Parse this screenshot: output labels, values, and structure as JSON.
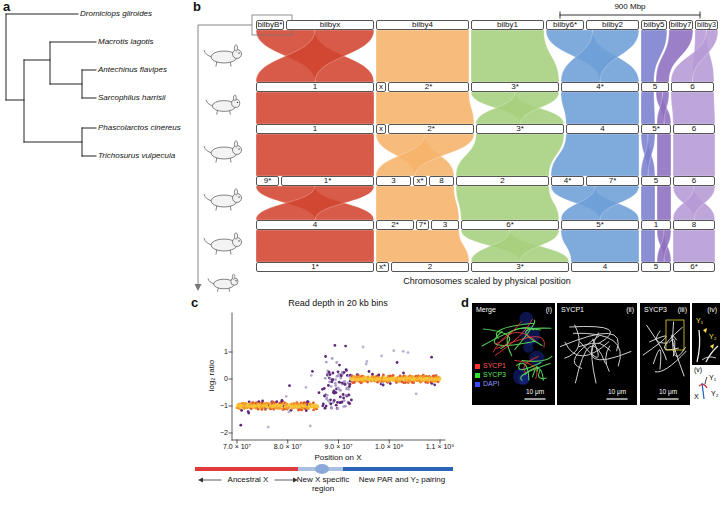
{
  "diagram": {
    "nodes": [
      {
        "text": [
          "bilbyB*"
        ]
      },
      {
        "text": [
          "bilbyx"
        ]
      },
      {
        "text": [
          "bilby4"
        ]
      },
      {
        "text": [
          "bilby1"
        ]
      },
      {
        "text": [
          "bilby6*"
        ]
      },
      {
        "text": [
          "bilby2"
        ]
      },
      {
        "text": [
          "bilby5"
        ]
      },
      {
        "text": [
          "bilby7"
        ]
      },
      {
        "text": [
          "bilby3"
        ]
      },
      {
        "text": [
          "1"
        ]
      },
      {
        "text": [
          "x"
        ]
      },
      {
        "text": [
          "2*"
        ]
      },
      {
        "text": [
          "3*"
        ]
      },
      {
        "text": [
          "4*"
        ]
      },
      {
        "text": [
          "5"
        ]
      },
      {
        "text": [
          "6"
        ]
      },
      {
        "text": [
          "1"
        ]
      },
      {
        "text": [
          "x"
        ]
      },
      {
        "text": [
          "2*"
        ]
      },
      {
        "text": [
          "3*"
        ]
      },
      {
        "text": [
          "4"
        ]
      },
      {
        "text": [
          "5*"
        ]
      },
      {
        "text": [
          "6"
        ]
      },
      {
        "text": [
          "9*"
        ]
      },
      {
        "text": [
          "1*"
        ]
      },
      {
        "text": [
          "3"
        ]
      },
      {
        "text": [
          "x*"
        ]
      },
      {
        "text": [
          "8"
        ]
      },
      {
        "text": [
          "2"
        ]
      },
      {
        "text": [
          "4*"
        ]
      },
      {
        "text": [
          "7*"
        ]
      },
      {
        "text": [
          "5"
        ]
      },
      {
        "text": [
          "6"
        ]
      },
      {
        "text": [
          "4"
        ]
      },
      {
        "text": [
          "2*"
        ]
      },
      {
        "text": [
          "7*"
        ]
      },
      {
        "text": [
          "3"
        ]
      },
      {
        "text": [
          "6*"
        ]
      },
      {
        "text": [
          "5*"
        ]
      },
      {
        "text": [
          "1"
        ]
      },
      {
        "text": [
          "8"
        ]
      },
      {
        "text": [
          "1*"
        ]
      },
      {
        "text": [
          "x*"
        ]
      },
      {
        "text": [
          "2"
        ]
      },
      {
        "text": [
          "3*"
        ]
      },
      {
        "text": [
          "4"
        ]
      },
      {
        "text": [
          "5"
        ]
      },
      {
        "text": [
          "6*"
        ]
      }
    ],
    "labels": [
      "a",
      "Dromiciops gliroides",
      "Macrotis lagotis",
      "Antechinus flavipes",
      "Sarcophilus harrisii",
      "Phascolarctos cinereus",
      "Trichosurus vulpecula",
      "b",
      "900 Mbp",
      "Chromosomes scaled by physical position",
      "c",
      "Read depth in 20 kb bins",
      "log₂ ratio",
      "1",
      "0",
      "−1",
      "−2",
      "7.0 × 10⁷",
      "8.0 × 10⁷",
      "9.0 × 10⁷",
      "1.0 × 10⁸",
      "1.1 × 10⁸",
      "Position on X",
      "Ancestral X",
      "New X specific region",
      "New PAR and Y₂ pairing",
      "d",
      "Merge",
      "(i)",
      "SYCP1",
      "(ii)",
      "SYCP3",
      "(iii)",
      "(iv)",
      "(v)",
      "10 μm",
      "10 μm",
      "10 μm",
      "Y₁",
      "Y₂",
      "X",
      "Y₁",
      "Y₂"
    ],
    "legend": [
      {
        "text": "SYCP1",
        "color": "#ff3030"
      },
      {
        "text": "SYCP3",
        "color": "#30e030"
      },
      {
        "text": "DAPI",
        "color": "#3a4bff"
      }
    ]
  }
}
